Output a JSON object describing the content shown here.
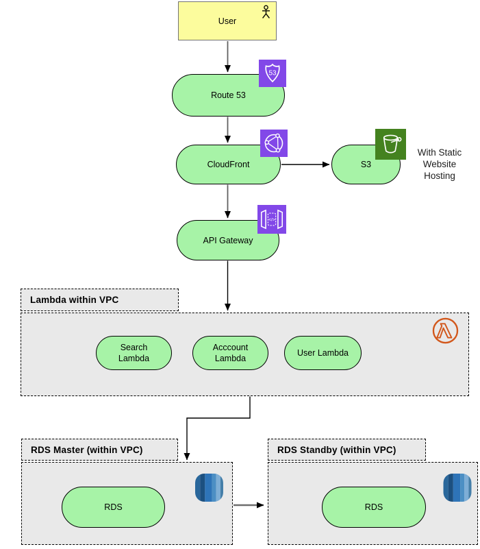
{
  "colors": {
    "pill_fill": "#A7F3A7",
    "pill_border": "#000000",
    "user_fill": "#FCFC9D",
    "user_border": "#737373",
    "container_fill": "#E9E9E9",
    "container_border": "#000000",
    "aws_purple": "#8248E8",
    "aws_green": "#44821F",
    "aws_orange": "#D2571B",
    "rds_b1": "#29679B",
    "rds_b2": "#1C5080",
    "rds_b3": "#2E74B8",
    "rds_b4": "#4C8FC4",
    "rds_b5": "#7EAED6",
    "rds_b6": "#457FA9",
    "text": "#000000",
    "edge_gray": "#616161",
    "edge_dark": "#000000"
  },
  "nodes": {
    "user": "User",
    "route53": "Route 53",
    "cloudfront": "CloudFront",
    "s3": "S3",
    "s3_note": "With Static Website Hosting",
    "api_gateway": "API Gateway"
  },
  "icons": {
    "route53_badge": "53",
    "api_gateway_glyph": "</>"
  },
  "lambda_vpc": {
    "title": "Lambda within VPC",
    "items": [
      {
        "label": "Search Lambda"
      },
      {
        "label": "Acccount Lambda"
      },
      {
        "label": "User Lambda"
      }
    ]
  },
  "rds_master": {
    "title": "RDS Master (within VPC)",
    "node": "RDS"
  },
  "rds_standby": {
    "title": "RDS Standby (within VPC)",
    "node": "RDS"
  }
}
